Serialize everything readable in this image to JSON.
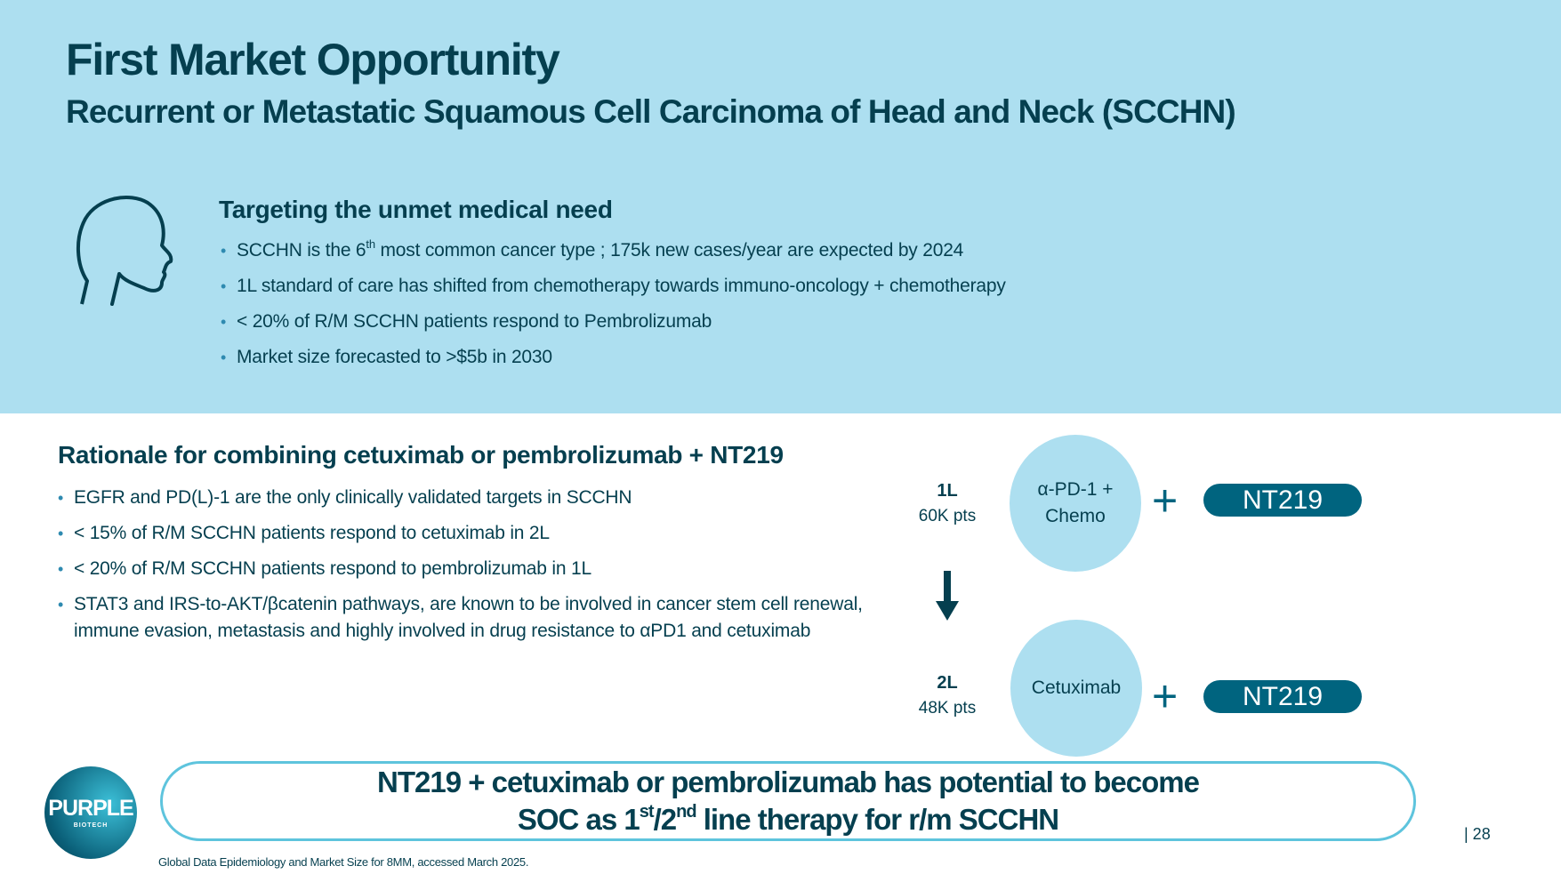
{
  "header": {
    "title": "First Market Opportunity",
    "subtitle": "Recurrent or Metastatic Squamous Cell Carcinoma of Head and Neck (SCCHN)"
  },
  "unmet_need": {
    "icon": "head-profile-icon",
    "heading": "Targeting the unmet medical need",
    "bullets": [
      {
        "pre": "SCCHN is the 6",
        "sup": "th",
        "post": " most common cancer type ; 175k new cases/year are expected by 2024"
      },
      {
        "text": "1L standard of care has shifted from chemotherapy towards immuno-oncology + chemotherapy"
      },
      {
        "text": "< 20% of R/M SCCHN patients respond to Pembrolizumab"
      },
      {
        "text": "Market size forecasted to >$5b in 2030"
      }
    ]
  },
  "rationale": {
    "heading": "Rationale for combining cetuximab or pembrolizumab + NT219",
    "bullets": [
      "EGFR and PD(L)-1 are the only clinically validated targets in SCCHN",
      "< 15% of R/M SCCHN patients respond to cetuximab in 2L",
      "< 20% of R/M SCCHN patients respond to pembrolizumab in 1L",
      "STAT3 and IRS-to-AKT/βcatenin pathways, are known to be involved in cancer stem cell renewal, immune evasion, metastasis and highly involved in drug resistance to αPD1 and cetuximab"
    ]
  },
  "diagram": {
    "first_line": {
      "label": "1L",
      "patients": "60K pts",
      "therapy": "α-PD-1 +\nChemo",
      "plus": "+",
      "combo": "NT219"
    },
    "second_line": {
      "label": "2L",
      "patients": "48K pts",
      "therapy": "Cetuximab",
      "plus": "+",
      "combo": "NT219"
    }
  },
  "callout": {
    "line1": "NT219 + cetuximab or pembrolizumab has potential to become",
    "l2_a": "SOC as 1",
    "l2_sup1": "st",
    "l2_b": "/2",
    "l2_sup2": "nd",
    "l2_c": " line  therapy for r/m SCCHN"
  },
  "logo": {
    "text": "PURPLE",
    "subtext": "BIOTECH"
  },
  "footnote": "Global Data Epidemiology and Market Size for 8MM, accessed March 2025.",
  "page_number": "| 28",
  "colors": {
    "banner": "#addff0",
    "text": "#053f4f",
    "pill": "#00647f",
    "accent": "#5ec4dd"
  }
}
